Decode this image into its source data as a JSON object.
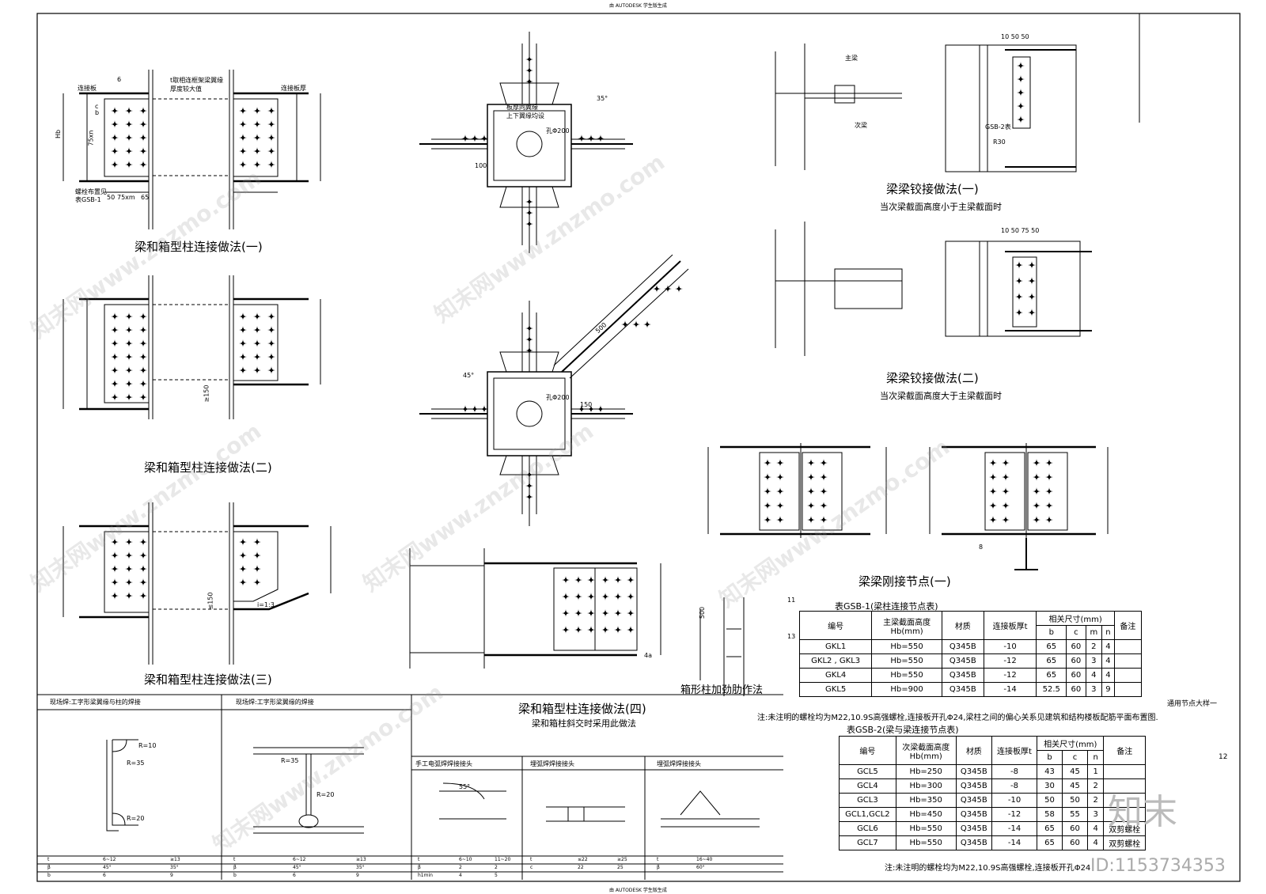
{
  "header_text": "由 AUTODESK 学生版生成",
  "footer_text": "由 AUTODESK 学生版生成",
  "titles": {
    "box_col_1": "梁和箱型柱连接做法(一)",
    "box_col_2": "梁和箱型柱连接做法(二)",
    "box_col_3": "梁和箱型柱连接做法(三)",
    "box_col_4": "梁和箱型柱连接做法(四)",
    "box_col_4_sub": "梁和箱柱斜交时采用此做法",
    "stiffener": "箱形柱加劲肋作法",
    "beam_hinge_1": "梁梁铰接做法(一)",
    "beam_hinge_1_sub": "当次梁截面高度小于主梁截面时",
    "beam_hinge_2": "梁梁铰接做法(二)",
    "beam_hinge_2_sub": "当次梁截面高度大于主梁截面时",
    "beam_rigid_1": "梁梁刚接节点(一)",
    "sheet_name": "通用节点大样一",
    "page_no": "12"
  },
  "labels": {
    "hb": "Hb",
    "75xm": "75xm",
    "75xn": "75xn",
    "c": "c",
    "b": "b",
    "dim_50": "50",
    "dim_65": "65",
    "dim_75": "75",
    "dim_100": "100",
    "dim_150": "150",
    "dim_500": "500",
    "dim_35deg": "35°",
    "dim_45deg": "45°",
    "hole_200": "孔Φ200",
    "plate_note": "板厚同翼缘\n上下翼缘均设",
    "lian_jie_ban": "连接板",
    "lian_jie_ban_2": "连接板厚",
    "bolt_layout": "螺栓布置见",
    "table_gsb1_ref": "表GSB-1",
    "table_gsb2_ref": "GSB-2表",
    "main_beam": "主梁",
    "sec_beam": "次梁",
    "circle_6": "6",
    "circle_4a": "4a",
    "circle_8": "8",
    "circle_11": "11",
    "circle_13": "13",
    "dim_10_50_50": "10 50 50",
    "dim_10_50_75_50": "10 50 75 50",
    "r30": "R30",
    "slope": "i=1:3",
    "le150": "≤150",
    "ge150": "≥150",
    "stiff_500": "500",
    "stiff_notes": "t取相连框架梁翼缘\n厚度较大值"
  },
  "weld_details": [
    {
      "title": "现场焊:工字形梁翼缘与柱的焊接",
      "t_row": [
        "t",
        "6~12",
        "≥13"
      ],
      "beta_row": [
        "β",
        "45°",
        "35°"
      ],
      "b_row": [
        "b",
        "6",
        "9"
      ]
    },
    {
      "title": "现场焊:工字形梁翼缘的焊接",
      "t_row": [
        "t",
        "6~12",
        "≥13"
      ],
      "beta_row": [
        "β",
        "45°",
        "35°"
      ],
      "b_row": [
        "b",
        "6",
        "9"
      ]
    },
    {
      "title": "手工电弧焊焊接接头",
      "t_row": [
        "t",
        "6~10",
        "11~20"
      ],
      "beta_row": [
        "β",
        "2",
        "2"
      ],
      "b_row": [
        "h1min",
        "4",
        "5"
      ]
    },
    {
      "title": "埋弧焊焊接接头",
      "t_row": [
        "t",
        "≤22",
        "≥25"
      ],
      "beta_row": [
        "c",
        "22",
        "25"
      ],
      "b_row": [
        "",
        "",
        ""
      ]
    },
    {
      "title": "埋弧焊焊接接头",
      "t_row": [
        "t",
        "16~40",
        ""
      ],
      "beta_row": [
        "β",
        "60°",
        ""
      ],
      "b_row": [
        "",
        "",
        ""
      ]
    }
  ],
  "weld_labels": {
    "r10": "R=10",
    "r35": "R=35",
    "r20": "R=20",
    "angle_55": "55°"
  },
  "table_gsb1": {
    "caption": "表GSB-1(梁柱连接节点表)",
    "headers": {
      "id": "编号",
      "height": "主梁截面高度\nHb(mm)",
      "material": "材质",
      "thk": "连接板厚t",
      "dims": "相关尺寸(mm)",
      "remark": "备注",
      "b": "b",
      "c": "c",
      "m": "m",
      "n": "n"
    },
    "rows": [
      [
        "GKL1",
        "Hb=550",
        "Q345B",
        "-10",
        "65",
        "60",
        "2",
        "4",
        ""
      ],
      [
        "GKL2 , GKL3",
        "Hb=550",
        "Q345B",
        "-12",
        "65",
        "60",
        "3",
        "4",
        ""
      ],
      [
        "GKL4",
        "Hb=550",
        "Q345B",
        "-12",
        "65",
        "60",
        "4",
        "4",
        ""
      ],
      [
        "GKL5",
        "Hb=900",
        "Q345B",
        "-14",
        "52.5",
        "60",
        "3",
        "9",
        ""
      ]
    ],
    "note": "注:未注明的螺栓均为M22,10.9S高强螺栓,连接板开孔Φ24,梁柱之间的偏心关系见建筑和结构楼板配筋平面布置图."
  },
  "table_gsb2": {
    "caption": "表GSB-2(梁与梁连接节点表)",
    "headers": {
      "id": "编号",
      "height": "次梁截面高度\nHb(mm)",
      "material": "材质",
      "thk": "连接板厚t",
      "dims": "相关尺寸(mm)",
      "remark": "备注",
      "b": "b",
      "c": "c",
      "n": "n"
    },
    "rows": [
      [
        "GCL5",
        "Hb=250",
        "Q345B",
        "-8",
        "43",
        "45",
        "1",
        ""
      ],
      [
        "GCL4",
        "Hb=300",
        "Q345B",
        "-8",
        "30",
        "45",
        "2",
        ""
      ],
      [
        "GCL3",
        "Hb=350",
        "Q345B",
        "-10",
        "50",
        "50",
        "2",
        ""
      ],
      [
        "GCL1,GCL2",
        "Hb=450",
        "Q345B",
        "-12",
        "58",
        "55",
        "3",
        ""
      ],
      [
        "GCL6",
        "Hb=550",
        "Q345B",
        "-14",
        "65",
        "60",
        "4",
        "双剪螺栓"
      ],
      [
        "GCL7",
        "Hb=550",
        "Q345B",
        "-14",
        "65",
        "60",
        "4",
        "双剪螺栓"
      ]
    ],
    "note": "注:未注明的螺栓均为M22,10.9S高强螺栓,连接板开孔Φ24"
  },
  "watermarks": [
    "知末网www.znzmo.com",
    "知末网www.znzmo.com",
    "知末网www.znzmo.com",
    "知末网www.znzmo.com",
    "知末网www.znzmo.com",
    "知末网www.znzmo.com"
  ],
  "id_mark": "ID:1153734353",
  "logo_text": "知末"
}
